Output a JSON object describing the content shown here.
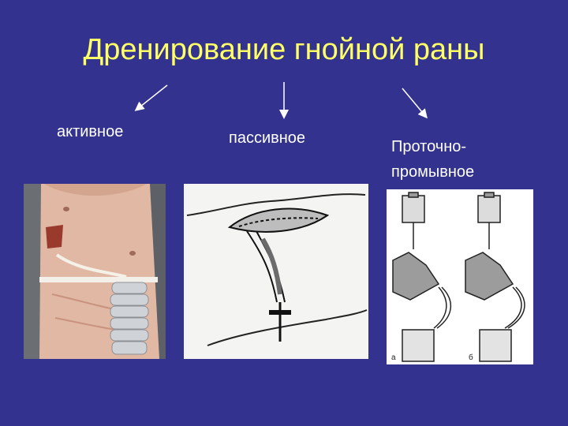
{
  "slide": {
    "title": "Дренирование гнойной раны"
  },
  "methods": [
    {
      "label": "активное"
    },
    {
      "label": "пассивное"
    },
    {
      "label_line1": "Проточно-",
      "label_line2": "промывное"
    }
  ],
  "figure_marks": {
    "flow_left": "a",
    "flow_right": "б"
  },
  "colors": {
    "background": "#33338f",
    "title": "#ffff66",
    "label": "#ffffff",
    "arrow": "#ffffff"
  }
}
